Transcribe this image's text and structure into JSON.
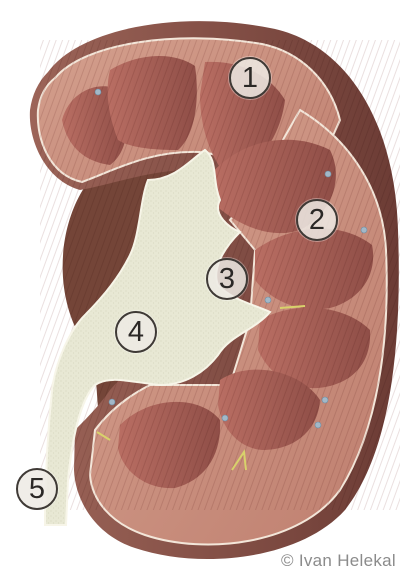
{
  "labels": {
    "l1": "1",
    "l2": "2",
    "l3": "3",
    "l4": "4",
    "l5": "5"
  },
  "credit": "© Ivan Helekal",
  "colors": {
    "capsule": "#7b4b44",
    "cortex": "#c88f7d",
    "medulla": "#a45f56",
    "pelvis": "#e9ead6",
    "fat": "#6f4438"
  }
}
